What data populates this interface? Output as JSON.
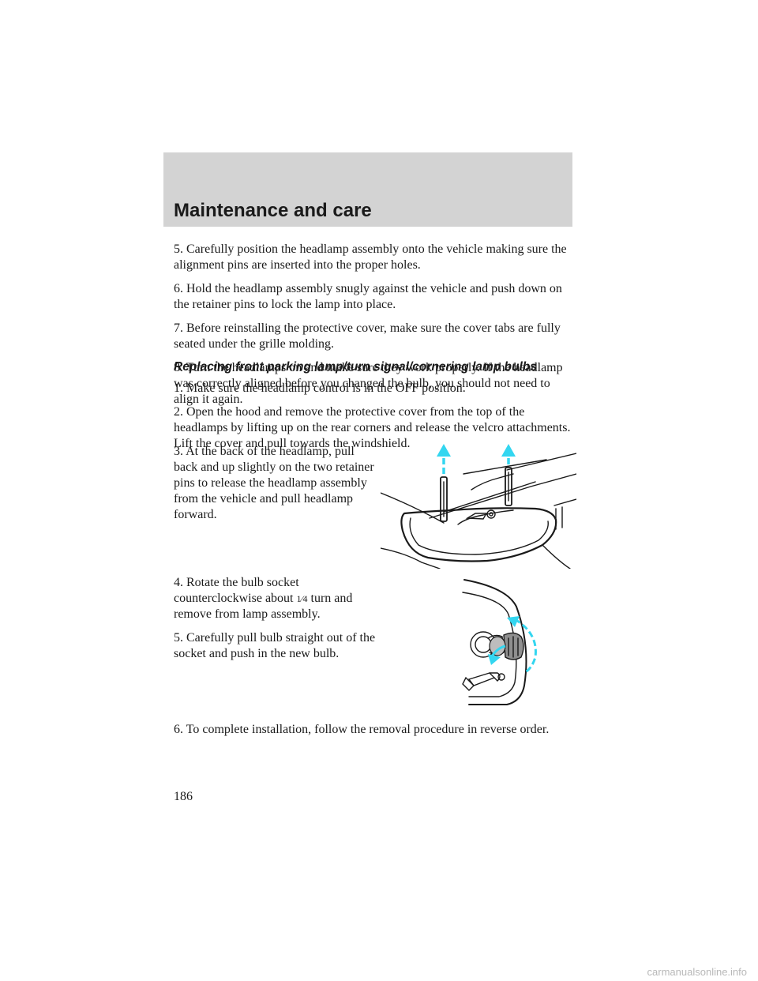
{
  "header": {
    "title": "Maintenance and care"
  },
  "steps_top": [
    "5. Carefully position the headlamp assembly onto the vehicle making sure the alignment pins are inserted into the proper holes.",
    "6. Hold the headlamp assembly snugly against the vehicle and push down on the retainer pins to lock the lamp into place.",
    "7. Before reinstalling the protective cover, make sure the cover tabs are fully seated under the grille molding.",
    "8. Turn the headlamps on and make sure they work properly. If the headlamp was correctly aligned before you changed the bulb, you should not need to align it again."
  ],
  "section": {
    "title": "Replacing front parking lamp/turn signal/cornering lamp bulbs",
    "steps": [
      "1. Make sure the headlamp control is in the OFF position.",
      "2. Open the hood and remove the protective cover from the top of the headlamps by lifting up on the rear corners and release the velcro attachments. Lift the cover and pull towards the windshield.",
      "3. At the back of the headlamp, pull back and up slightly on the two retainer pins to release the headlamp assembly from the vehicle and pull headlamp forward."
    ],
    "step4_before": "4. Rotate the bulb socket counterclockwise about ",
    "step4_fraction": "1⁄4",
    "step4_after": " turn and remove from lamp assembly.",
    "step5": "5. Carefully pull bulb straight out of the socket and push in the new bulb.",
    "step6": "6. To complete installation, follow the removal procedure in reverse order."
  },
  "page_number": "186",
  "watermark": "carmanualsonline.info",
  "colors": {
    "header_band": "#d3d3d3",
    "arrow": "#33d6f0",
    "text": "#1a1a1a"
  }
}
